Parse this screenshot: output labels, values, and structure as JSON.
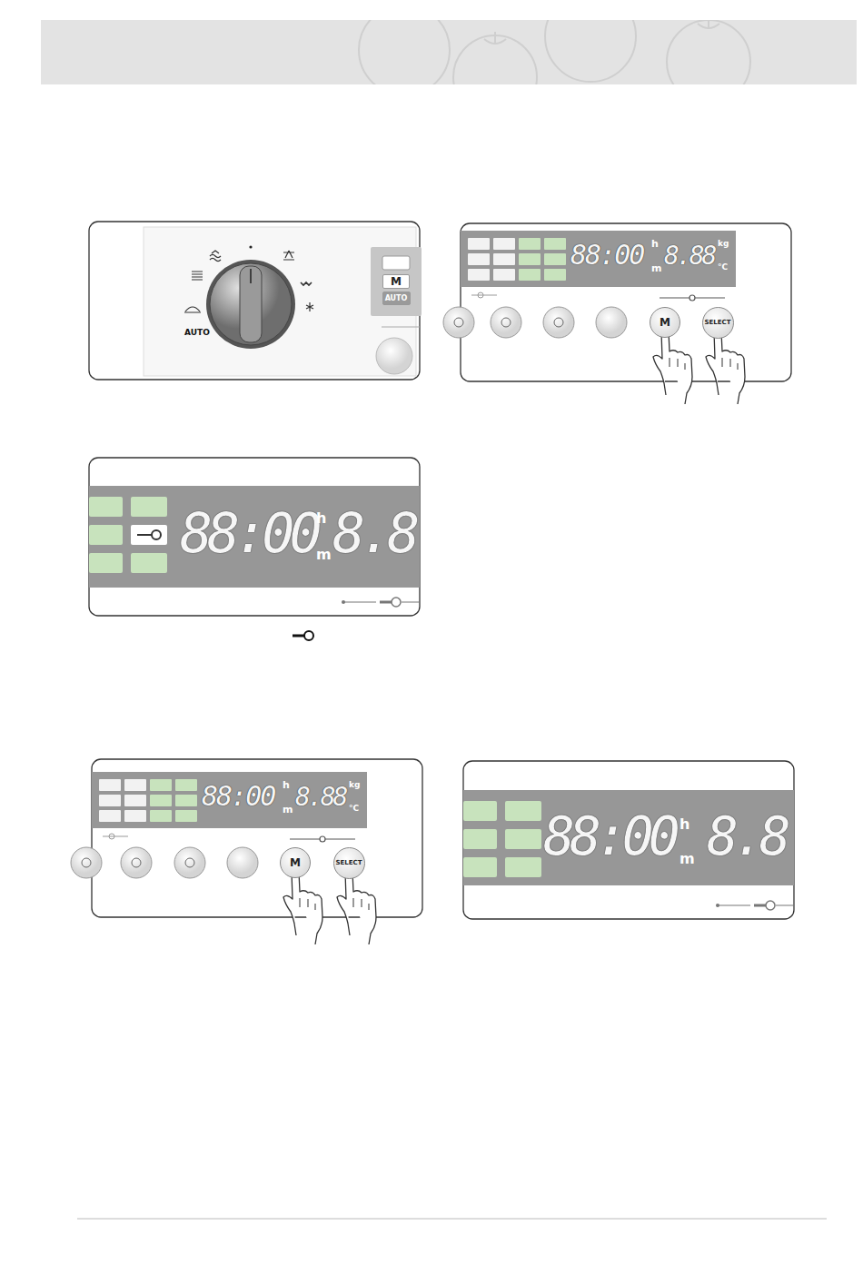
{
  "diagram": {
    "nodes": [
      {
        "text": [
          "M"
        ]
      },
      {
        "text": [
          "AUTO"
        ]
      },
      {
        "text": [
          "88:00",
          "h",
          "m",
          "8.88",
          "kg",
          "°C"
        ]
      },
      {
        "text": [
          "M"
        ]
      },
      {
        "text": [
          "SELECT"
        ]
      },
      {
        "text": [
          "88:00",
          "h",
          "m",
          "8.8"
        ]
      },
      {
        "text": [
          "88:00",
          "h",
          "m",
          "8.88",
          "kg",
          "°C"
        ]
      },
      {
        "text": [
          "M"
        ]
      },
      {
        "text": [
          "SELECT"
        ]
      },
      {
        "text": [
          "88:00",
          "h",
          "m",
          "8.8"
        ]
      }
    ],
    "labels": [
      "AUTO"
    ]
  }
}
